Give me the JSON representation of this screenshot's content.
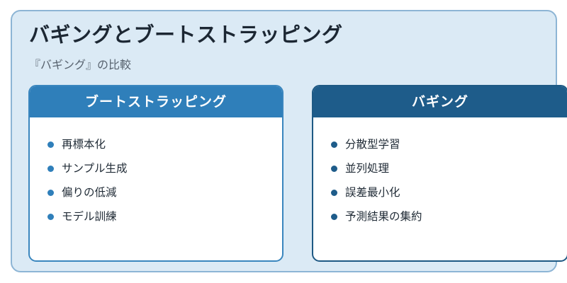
{
  "title": "バギングとブートストラッピング",
  "subtitle": "『バギング』の比較",
  "cards": [
    {
      "heading": "ブートストラッピング",
      "items": [
        "再標本化",
        "サンプル生成",
        "偏りの低減",
        "モデル訓練"
      ]
    },
    {
      "heading": "バギング",
      "items": [
        "分散型学習",
        "並列処理",
        "誤差最小化",
        "予測結果の集約"
      ]
    }
  ],
  "colors": {
    "left_accent": "#2f7fba",
    "right_accent": "#1e5c8a",
    "panel_background": "#dbeaf5"
  }
}
